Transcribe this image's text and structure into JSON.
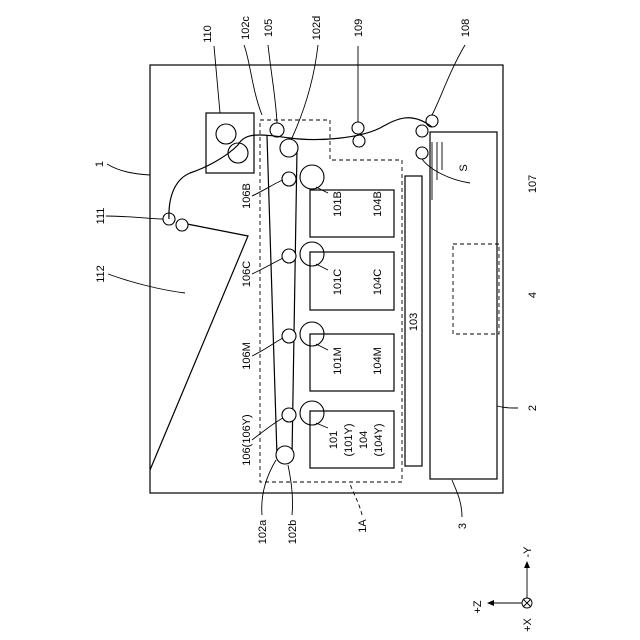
{
  "labels": {
    "l110": "110",
    "l102c": "102c",
    "l105": "105",
    "l102d": "102d",
    "l109": "109",
    "l108": "108",
    "l1": "1",
    "l111": "111",
    "l112": "112",
    "l106B": "106B",
    "l106C": "106C",
    "l106M": "106M",
    "l106": "106(106Y)",
    "l101B": "101B",
    "l104B": "104B",
    "l101C": "101C",
    "l104C": "104C",
    "l101M": "101M",
    "l104M": "104M",
    "l101": "101",
    "l101Y": "(101Y)",
    "l104": "104",
    "l104Y": "(104Y)",
    "l103": "103",
    "lS": "S",
    "l107": "107",
    "l4": "4",
    "l2": "2",
    "l3": "3",
    "l1A": "1A",
    "l102a": "102a",
    "l102b": "102b",
    "axY": "-Y",
    "axZ": "+Z",
    "axX": "+X"
  }
}
